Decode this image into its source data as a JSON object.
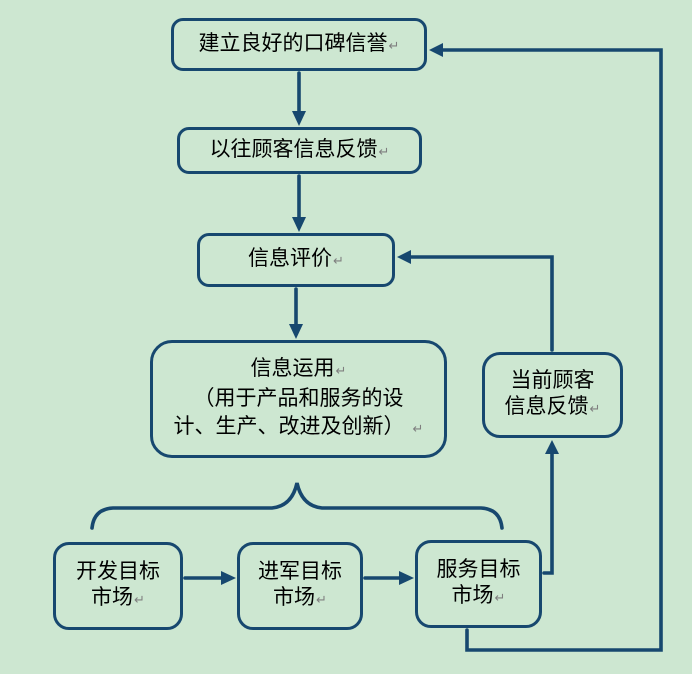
{
  "colors": {
    "background": "#cde7d1",
    "line": "#17486f",
    "text": "#000000",
    "mark": "#7f7f7f"
  },
  "marks": {
    "return": "↵"
  },
  "nodes": {
    "reputation": {
      "label": "建立良好的口碑信誉"
    },
    "past": {
      "label": "以往顾客信息反馈"
    },
    "eval": {
      "label": "信息评价"
    },
    "application": {
      "line1": "信息运用",
      "line2": "（用于产品和服务的设",
      "line3": "计、生产、改进及创新）"
    },
    "current": {
      "line1": "当前顾客",
      "line2": "信息反馈"
    },
    "develop": {
      "line1": "开发目标",
      "line2": "市场"
    },
    "enter": {
      "line1": "进军目标",
      "line2": "市场"
    },
    "serve": {
      "line1": "服务目标",
      "line2": "市场"
    }
  }
}
